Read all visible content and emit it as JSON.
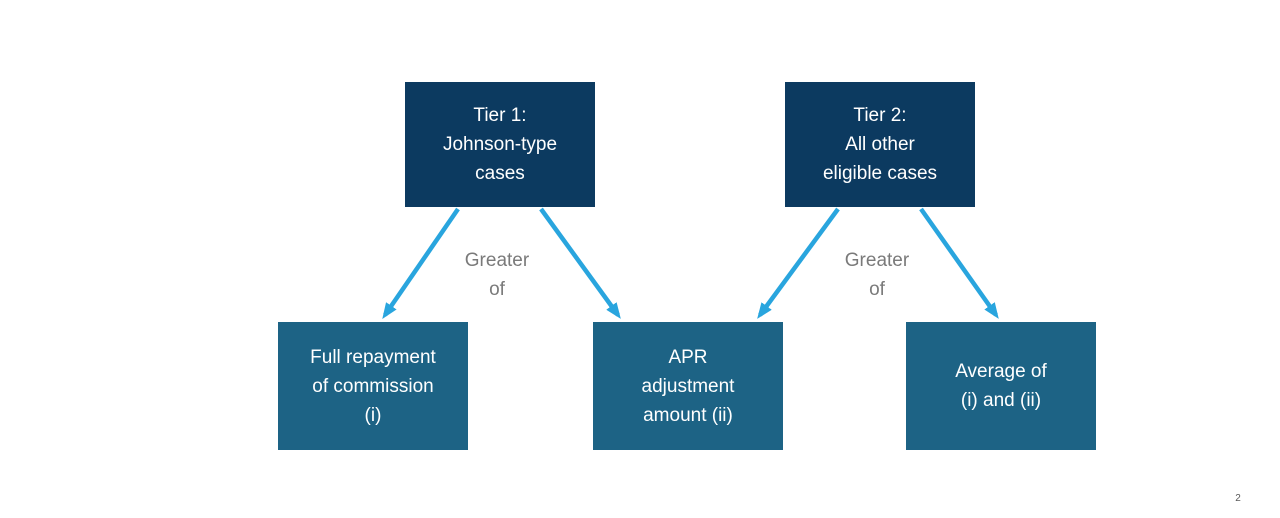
{
  "colors": {
    "navy": "#0c3a60",
    "teal": "#1d6385",
    "arrow": "#29a5de",
    "label-gray": "#7a7a7a",
    "page-num": "#595959"
  },
  "diagram": {
    "tier_boxes": [
      {
        "id": "tier-1",
        "text": "Tier 1:\nJohnson-type\ncases"
      },
      {
        "id": "tier-2",
        "text": "Tier 2:\nAll other\neligible cases"
      }
    ],
    "outcome_boxes": [
      {
        "id": "full-repayment",
        "text": "Full repayment\nof commission\n(i)"
      },
      {
        "id": "apr-adjustment",
        "text": "APR\nadjustment\namount (ii)"
      },
      {
        "id": "average",
        "text": "Average of\n(i) and (ii)"
      }
    ],
    "connector_labels": [
      {
        "text": "Greater\nof"
      },
      {
        "text": "Greater\nof"
      }
    ]
  },
  "footer": {
    "page_number": "2"
  }
}
